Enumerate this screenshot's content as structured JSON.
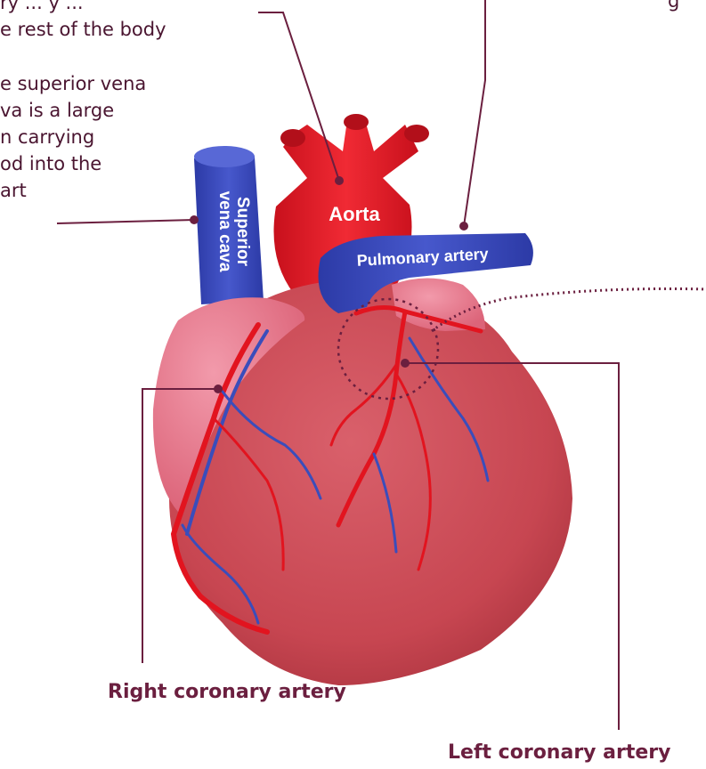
{
  "annotations": {
    "aorta_description": [
      "ry ... y ...",
      "e rest of the body"
    ],
    "svc_description": [
      "e superior vena",
      "va is a large",
      "n carrying",
      "od into the",
      "art"
    ],
    "pulmonary_description": [
      "g"
    ]
  },
  "vessels": {
    "aorta": "Aorta",
    "pulmonary_artery": "Pulmonary artery",
    "svc_line1": "Superior",
    "svc_line2": "vena cava"
  },
  "labels": {
    "right_coronary": "Right coronary artery",
    "left_coronary": "Left coronary artery"
  },
  "colors": {
    "leader": "#6b1f3f",
    "artery_red": "#e2141f",
    "vein_blue": "#3a4dbb",
    "heart_body": "#cc4c57",
    "atrium_pink": "#e9758a"
  }
}
